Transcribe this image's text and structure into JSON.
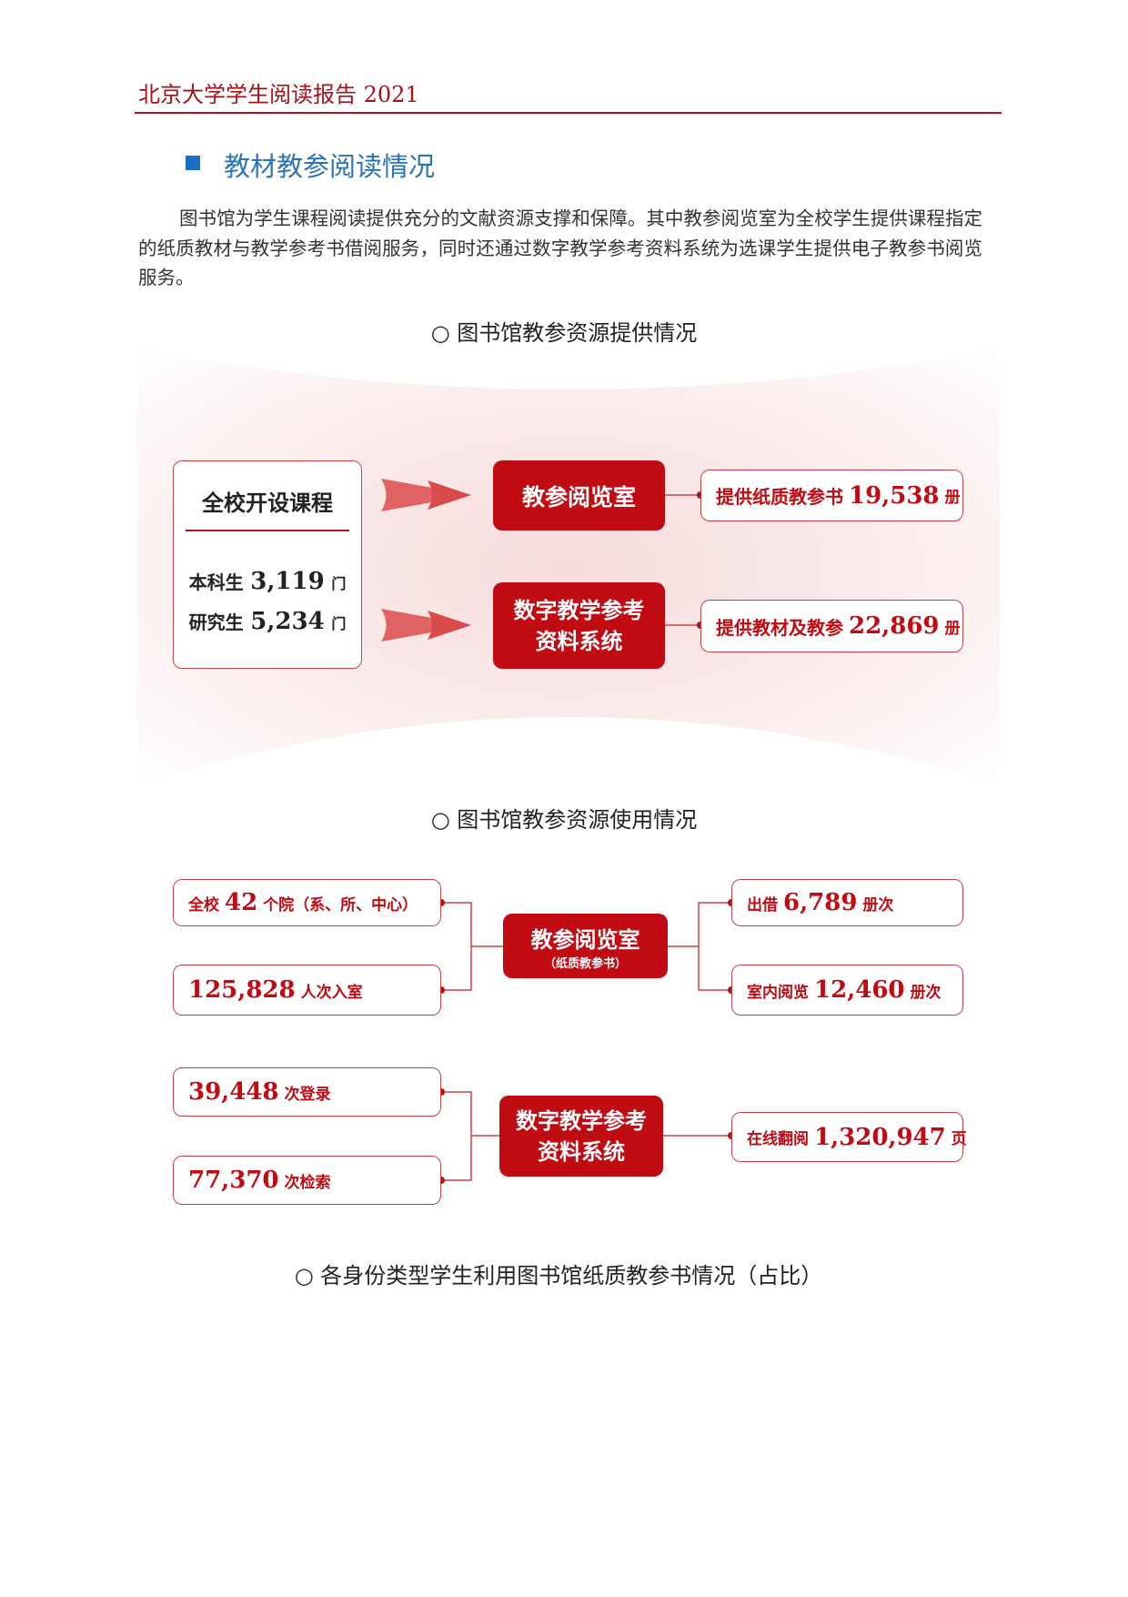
{
  "header": {
    "title": "北京大学学生阅读报告  2021"
  },
  "section": {
    "title": "教材教参阅读情况"
  },
  "paragraph": "图书馆为学生课程阅读提供充分的文献资源支撑和保障。其中教参阅览室为全校学生提供课程指定的纸质教材与教学参考书借阅服务，同时还通过数字教学参考资料系统为选课学生提供电子教参书阅览服务。",
  "supply": {
    "title": "○ 图书馆教参资源提供情况",
    "courses": {
      "title": "全校开设课程",
      "undergrad_label": "本科生",
      "undergrad_value": "3,119",
      "undergrad_unit": "门",
      "grad_label": "研究生",
      "grad_value": "5,234",
      "grad_unit": "门"
    },
    "room": "教参阅览室",
    "digital_l1": "数字教学参考",
    "digital_l2": "资料系统",
    "room_stat": {
      "pre": "提供纸质教参书",
      "value": "19,538",
      "unit": "册"
    },
    "digital_stat": {
      "pre": "提供教材及教参",
      "value": "22,869",
      "unit": "册"
    }
  },
  "usage": {
    "title": "○ 图书馆教参资源使用情况",
    "room": "教参阅览室",
    "room_sub": "（纸质教参书）",
    "digital_l1": "数字教学参考",
    "digital_l2": "资料系统",
    "left": [
      {
        "pre": "全校",
        "value": "42",
        "unit": "个院（系、所、中心）"
      },
      {
        "pre": "",
        "value": "125,828",
        "unit": "人次入室"
      },
      {
        "pre": "",
        "value": "39,448",
        "unit": "次登录"
      },
      {
        "pre": "",
        "value": "77,370",
        "unit": "次检索"
      }
    ],
    "right": [
      {
        "pre": "出借",
        "value": "6,789",
        "unit": "册次"
      },
      {
        "pre": "室内阅览",
        "value": "12,460",
        "unit": "册次"
      },
      {
        "pre": "在线翻阅",
        "value": "1,320,947",
        "unit": "页"
      }
    ]
  },
  "share": {
    "title": "○ 各身份类型学生利用图书馆纸质教参书情况（占比）"
  }
}
